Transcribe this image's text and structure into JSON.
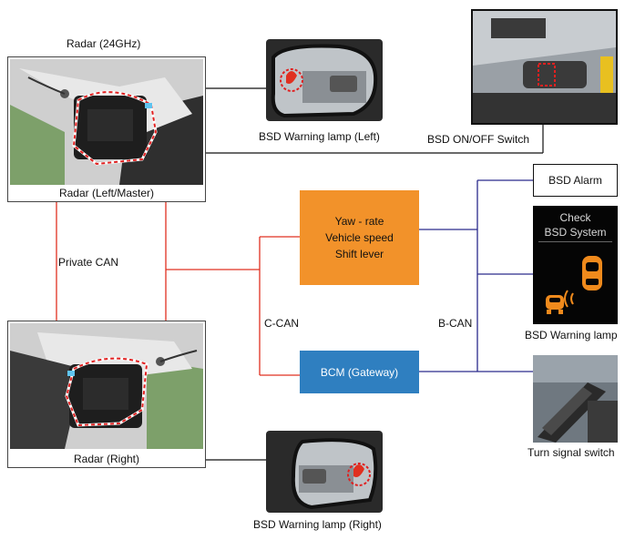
{
  "radar_left": {
    "top_label": "Radar (24GHz)",
    "bottom_label": "Radar (Left/Master)"
  },
  "radar_right": {
    "bottom_label": "Radar (Right)"
  },
  "warning_lamp_left": {
    "label": "BSD Warning lamp (Left)"
  },
  "warning_lamp_right": {
    "label": "BSD Warning lamp (Right)"
  },
  "bsd_switch": {
    "label": "BSD ON/OFF Switch"
  },
  "private_can": {
    "label": "Private CAN"
  },
  "c_can": {
    "label": "C-CAN"
  },
  "b_can": {
    "label": "B-CAN"
  },
  "sensor_box": {
    "lines": [
      "Yaw - rate",
      "Vehicle speed",
      "Shift lever"
    ]
  },
  "bcm_box": {
    "label": "BCM (Gateway)"
  },
  "bsd_alarm": {
    "label": "BSD Alarm"
  },
  "cluster": {
    "line1": "Check",
    "line2": "BSD System",
    "label": "BSD Warning lamp"
  },
  "turn_signal": {
    "label": "Turn signal switch"
  },
  "colors": {
    "private_can": "#e03020",
    "b_can": "#2a2a8c",
    "sensor_box": "#f2922a",
    "bcm_box": "#2f7fc0",
    "warning_icon": "#f08a1c"
  }
}
